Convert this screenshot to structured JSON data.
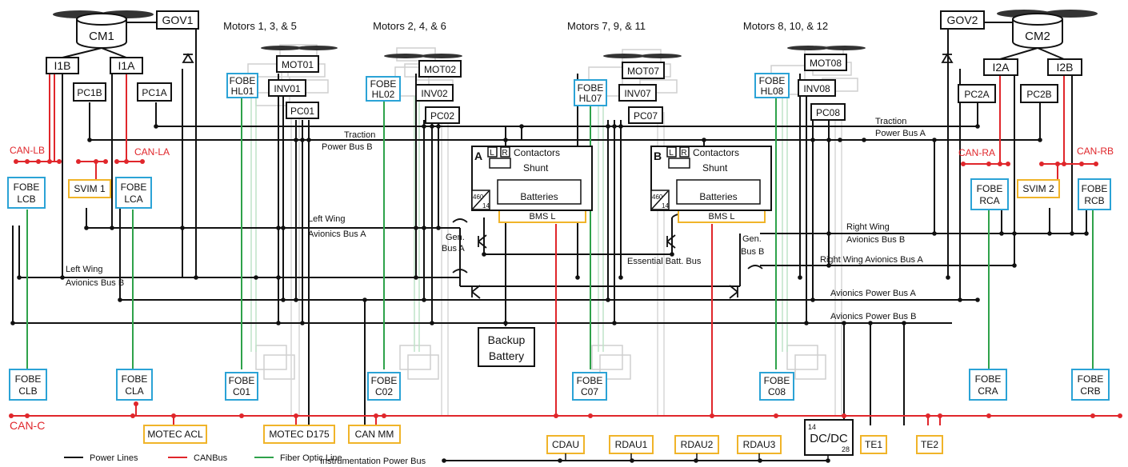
{
  "colors": {
    "power": "#111111",
    "can": "#e0262b",
    "fiber": "#2ea24a",
    "fobe": "#2ba3d6",
    "yellow": "#f0b429",
    "ghost": "#c8c8c8"
  },
  "headers": {
    "m135": "Motors 1, 3, & 5",
    "m246": "Motors 2, 4, & 6",
    "m7911": "Motors 7, 9, & 11",
    "m81012": "Motors 8, 10, & 12"
  },
  "left": {
    "cm": "CM1",
    "gov": "GOV1",
    "ib": "I1B",
    "ia": "I1A",
    "pcb": "PC1B",
    "pca": "PC1A"
  },
  "right": {
    "cm": "CM2",
    "gov": "GOV2",
    "ia": "I2A",
    "ib": "I2B",
    "pca": "PC2A",
    "pcb": "PC2B"
  },
  "motors": [
    {
      "fobe1": "FOBE",
      "fobe2": "HL01",
      "inv": "INV01",
      "mot": "MOT01",
      "pc": "PC01"
    },
    {
      "fobe1": "FOBE",
      "fobe2": "HL02",
      "inv": "INV02",
      "mot": "MOT02",
      "pc": "PC02"
    },
    {
      "fobe1": "FOBE",
      "fobe2": "HL07",
      "inv": "INV07",
      "mot": "MOT07",
      "pc": "PC07"
    },
    {
      "fobe1": "FOBE",
      "fobe2": "HL08",
      "inv": "INV08",
      "mot": "MOT08",
      "pc": "PC08"
    }
  ],
  "can": {
    "lb": "CAN-LB",
    "la": "CAN-LA",
    "ra": "CAN-RA",
    "rb": "CAN-RB",
    "c": "CAN-C"
  },
  "fobe_top": [
    {
      "l1": "FOBE",
      "l2": "LCB"
    },
    {
      "l1": "FOBE",
      "l2": "LCA"
    },
    {
      "l1": "FOBE",
      "l2": "RCA"
    },
    {
      "l1": "FOBE",
      "l2": "RCB"
    }
  ],
  "svim": [
    "SVIM 1",
    "SVIM 2"
  ],
  "fobe_bottom": [
    {
      "l1": "FOBE",
      "l2": "CLB"
    },
    {
      "l1": "FOBE",
      "l2": "CLA"
    },
    {
      "l1": "FOBE",
      "l2": "C01"
    },
    {
      "l1": "FOBE",
      "l2": "C02"
    },
    {
      "l1": "FOBE",
      "l2": "C07"
    },
    {
      "l1": "FOBE",
      "l2": "C08"
    },
    {
      "l1": "FOBE",
      "l2": "CRA"
    },
    {
      "l1": "FOBE",
      "l2": "CRB"
    }
  ],
  "packs": [
    {
      "letter": "A",
      "l": "L",
      "r": "R",
      "contactors": "Contactors",
      "shunt": "Shunt",
      "batteries": "Batteries",
      "bms": "BMS L",
      "n1": "460",
      "n2": "14"
    },
    {
      "letter": "B",
      "l": "L",
      "r": "R",
      "contactors": "Contactors",
      "shunt": "Shunt",
      "batteries": "Batteries",
      "bms": "BMS L",
      "n1": "460",
      "n2": "14"
    }
  ],
  "buses": {
    "traction_b1": "Traction",
    "traction_b2": "Power Bus B",
    "traction_a1": "Traction",
    "traction_a2": "Power Bus A",
    "lwa1": "Left Wing",
    "lwa2": "Avionics Bus A",
    "lwb1": "Left Wing",
    "lwb2": "Avionics Bus B",
    "rwb1": "Right Wing",
    "rwb2": "Avionics Bus B",
    "rwa": "Right Wing Avionics Bus A",
    "gena1": "Gen.",
    "gena2": "Bus A",
    "genb1": "Gen.",
    "genb2": "Bus B",
    "ess": "Essential Batt. Bus",
    "apa": "Avionics Power Bus A",
    "apb": "Avionics Power Bus B",
    "instr": "Instrumentation Power Bus"
  },
  "backup": {
    "l1": "Backup",
    "l2": "Battery"
  },
  "can_boxes": [
    "MOTEC ACL",
    "MOTEC D175",
    "CAN MM"
  ],
  "bottom_boxes": [
    "CDAU",
    "RDAU1",
    "RDAU2",
    "RDAU3",
    "TE1",
    "TE2"
  ],
  "dcdc": {
    "label": "DC/DC",
    "in": "14",
    "out": "28"
  },
  "legend": {
    "power": "Power Lines",
    "can": "CANBus",
    "fiber": "Fiber Optic Line"
  }
}
